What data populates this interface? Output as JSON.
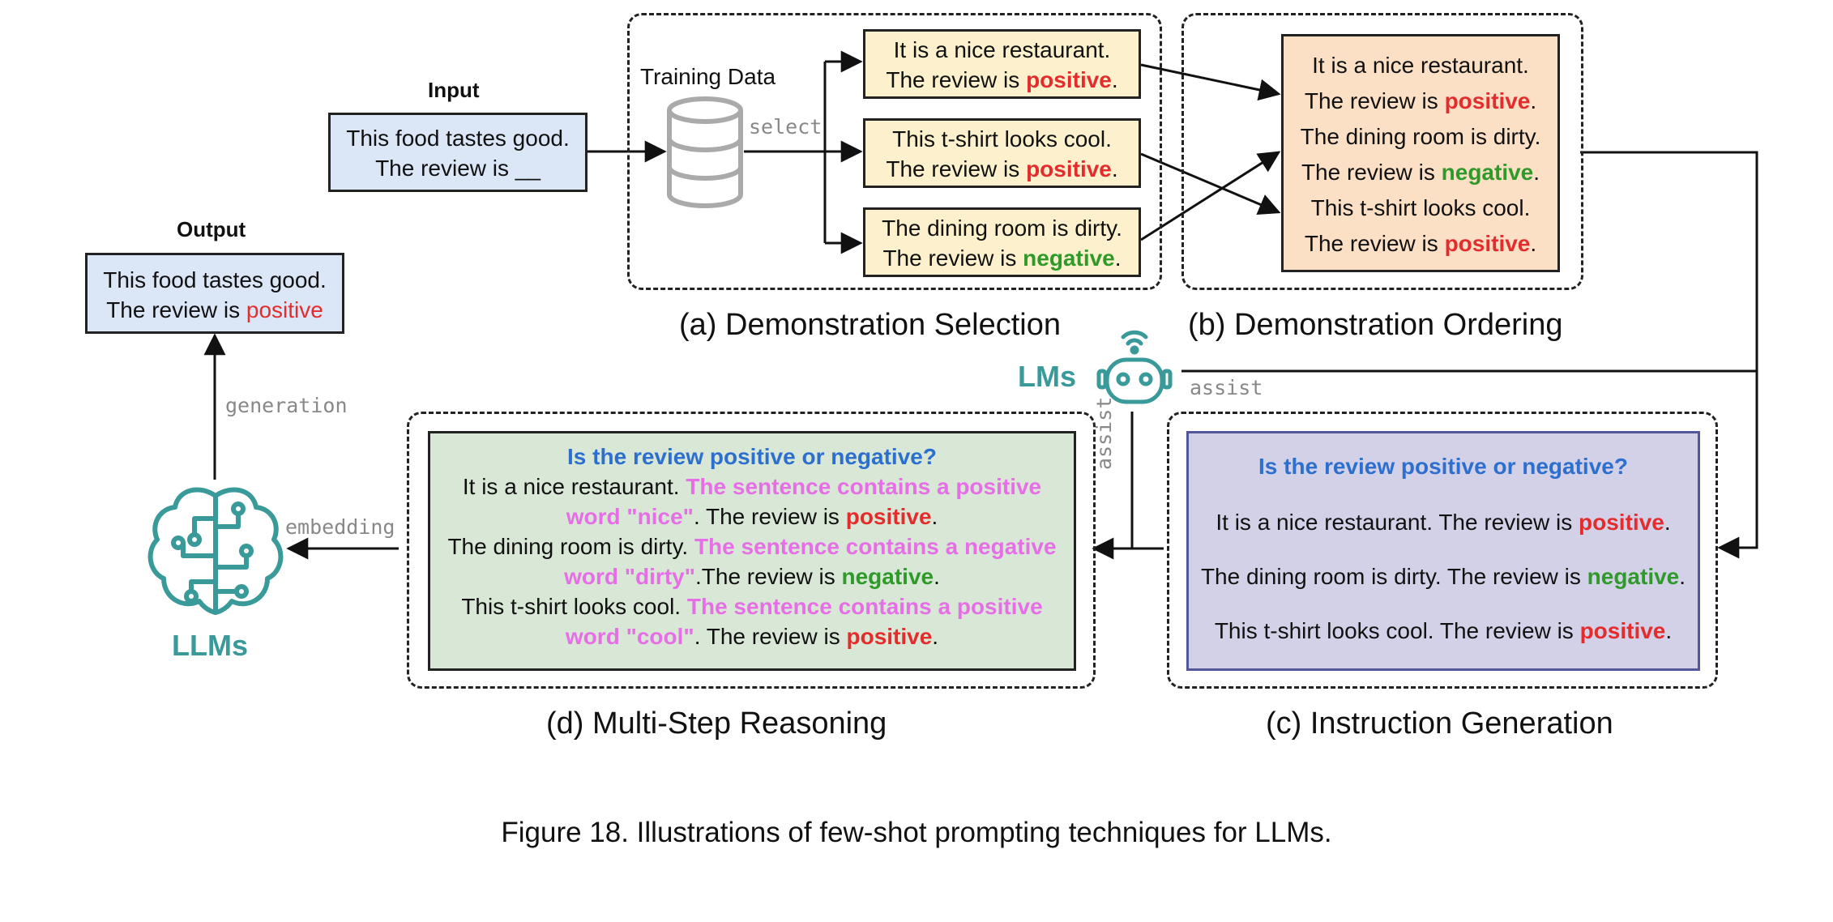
{
  "input": {
    "label": "Input",
    "line1": "This food tastes good.",
    "line2": "The review is __"
  },
  "output": {
    "label": "Output",
    "line1": "This food tastes good.",
    "line2_prefix": "The review is ",
    "line2_answer": "positive"
  },
  "training_data_label": "Training Data",
  "edge_labels": {
    "select": "select",
    "generation": "generation",
    "embedding": "embedding",
    "assist_h": "assist",
    "assist_v": "assist"
  },
  "llms_small": "LMs",
  "llms_big": "LLMs",
  "selection": {
    "caption": "(a) Demonstration Selection",
    "items": [
      {
        "line1": "It is a nice restaurant.",
        "prefix": "The review is ",
        "label": "positive"
      },
      {
        "line1": "This t-shirt looks cool.",
        "prefix": "The review is ",
        "label": "positive"
      },
      {
        "line1": "The dining room is dirty.",
        "prefix": "The review is ",
        "label": "negative"
      }
    ]
  },
  "ordering": {
    "caption": "(b) Demonstration Ordering",
    "lines": [
      {
        "text": "It is a nice restaurant.",
        "label": ""
      },
      {
        "text": "The review is ",
        "label": "positive"
      },
      {
        "text": "The dining room is dirty.",
        "label": ""
      },
      {
        "text": "The review is ",
        "label": "negative"
      },
      {
        "text": "This t-shirt looks cool.",
        "label": ""
      },
      {
        "text": "The review is ",
        "label": "positive"
      }
    ]
  },
  "instruction": {
    "caption": "(c) Instruction Generation",
    "question": "Is the review positive or negative?",
    "rows": [
      {
        "text": "It is a nice restaurant. The review is ",
        "label": "positive"
      },
      {
        "text": "The dining room is dirty. The review is ",
        "label": "negative"
      },
      {
        "text": "This t-shirt looks cool. The review is ",
        "label": "positive"
      }
    ]
  },
  "reasoning": {
    "caption": "(d) Multi-Step Reasoning",
    "question": "Is the review positive or negative?",
    "ex1_a": "It is a nice restaurant. ",
    "ex1_b": "The sentence contains a positive",
    "ex1_c": "word \"nice\"",
    "ex1_d": ". The review is ",
    "ex1_label": "positive",
    "ex2_a": "The dining room is dirty. ",
    "ex2_b": "The sentence contains a negative",
    "ex2_c": "word \"dirty\"",
    "ex2_d": ".The review is ",
    "ex2_label": "negative",
    "ex3_a": "This t-shirt looks cool. ",
    "ex3_b": "The sentence contains a positive",
    "ex3_c": "word \"cool\"",
    "ex3_d": ". The review is ",
    "ex3_label": "positive",
    "dot": "."
  },
  "figure_caption": "Figure 18. Illustrations of few-shot prompting techniques for LLMs.",
  "icons": [
    "database-icon",
    "robot-icon",
    "brain-circuit-icon"
  ],
  "colors": {
    "input_fill": "#dbe6f7",
    "selection_fill": "#fcf1cc",
    "ordering_fill": "#fbe0c6",
    "instruction_fill": "#d3d1e8",
    "reasoning_fill": "#d9e8d6",
    "positive": "#e52c2c",
    "negative": "#2f9a2a",
    "rationale": "#e66ee6",
    "question": "#2c6fce",
    "llm_teal": "#3a9a9a"
  }
}
